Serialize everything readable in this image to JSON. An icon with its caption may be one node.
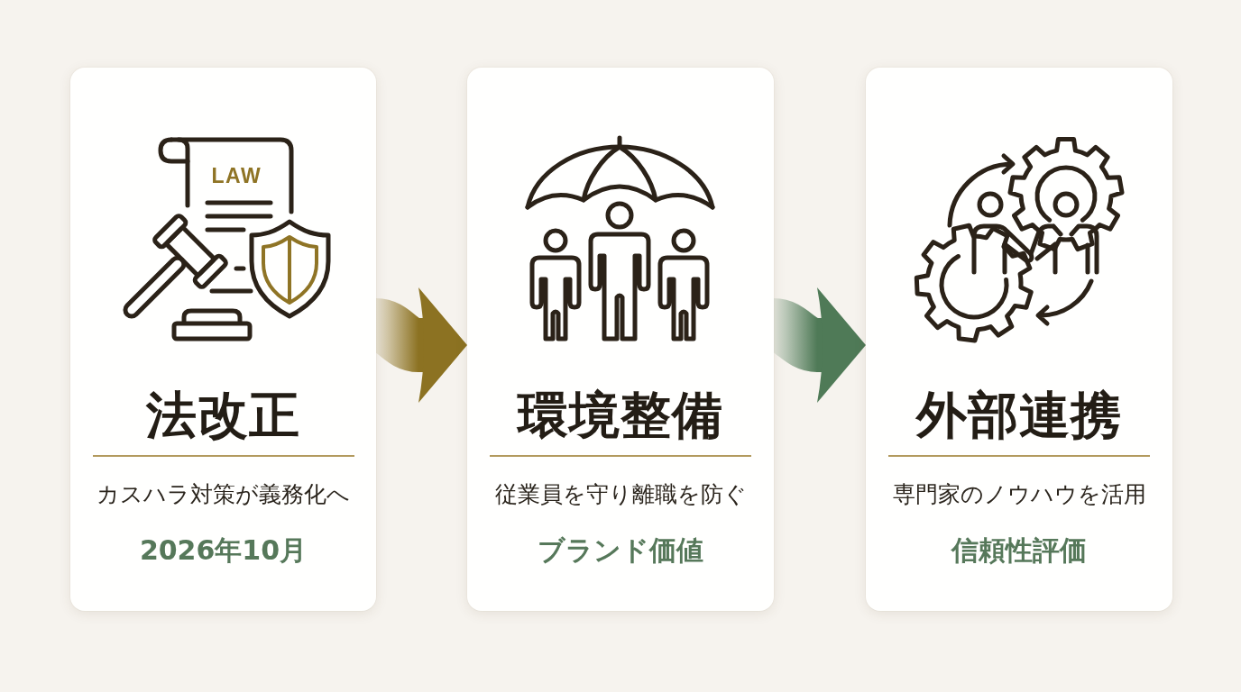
{
  "diagram": {
    "nodes": [
      {
        "text": [
          "法改正",
          "カスハラ対策が義務化へ",
          "2026年10月"
        ]
      },
      {
        "text": [
          "環境整備",
          "従業員を守り離職を防ぐ",
          "ブランド価値"
        ]
      },
      {
        "text": [
          "外部連携",
          "専門家のノウハウを活用",
          "信頼性評価"
        ]
      }
    ],
    "edges": [
      {
        "from": 0,
        "to": 1,
        "arrow": "to",
        "color": "#8c7222"
      },
      {
        "from": 1,
        "to": 2,
        "arrow": "to",
        "color": "#4f7a57"
      }
    ],
    "labels": [
      "LAW"
    ]
  }
}
